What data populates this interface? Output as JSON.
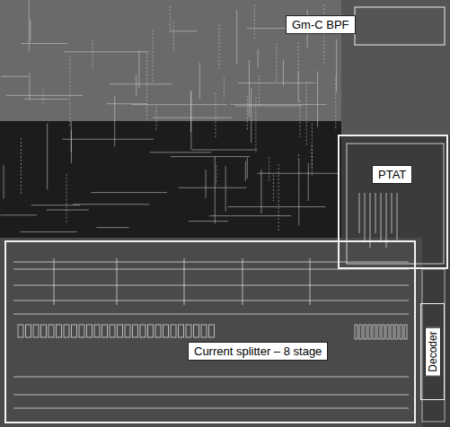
{
  "diagram": {
    "nodes": [
      {
        "text": [
          "Gm-C BPF"
        ]
      },
      {
        "text": [
          "PTAT"
        ]
      },
      {
        "text": [
          "Current splitter – 8 stage"
        ]
      },
      {
        "text": [
          "Decoder"
        ]
      }
    ]
  }
}
